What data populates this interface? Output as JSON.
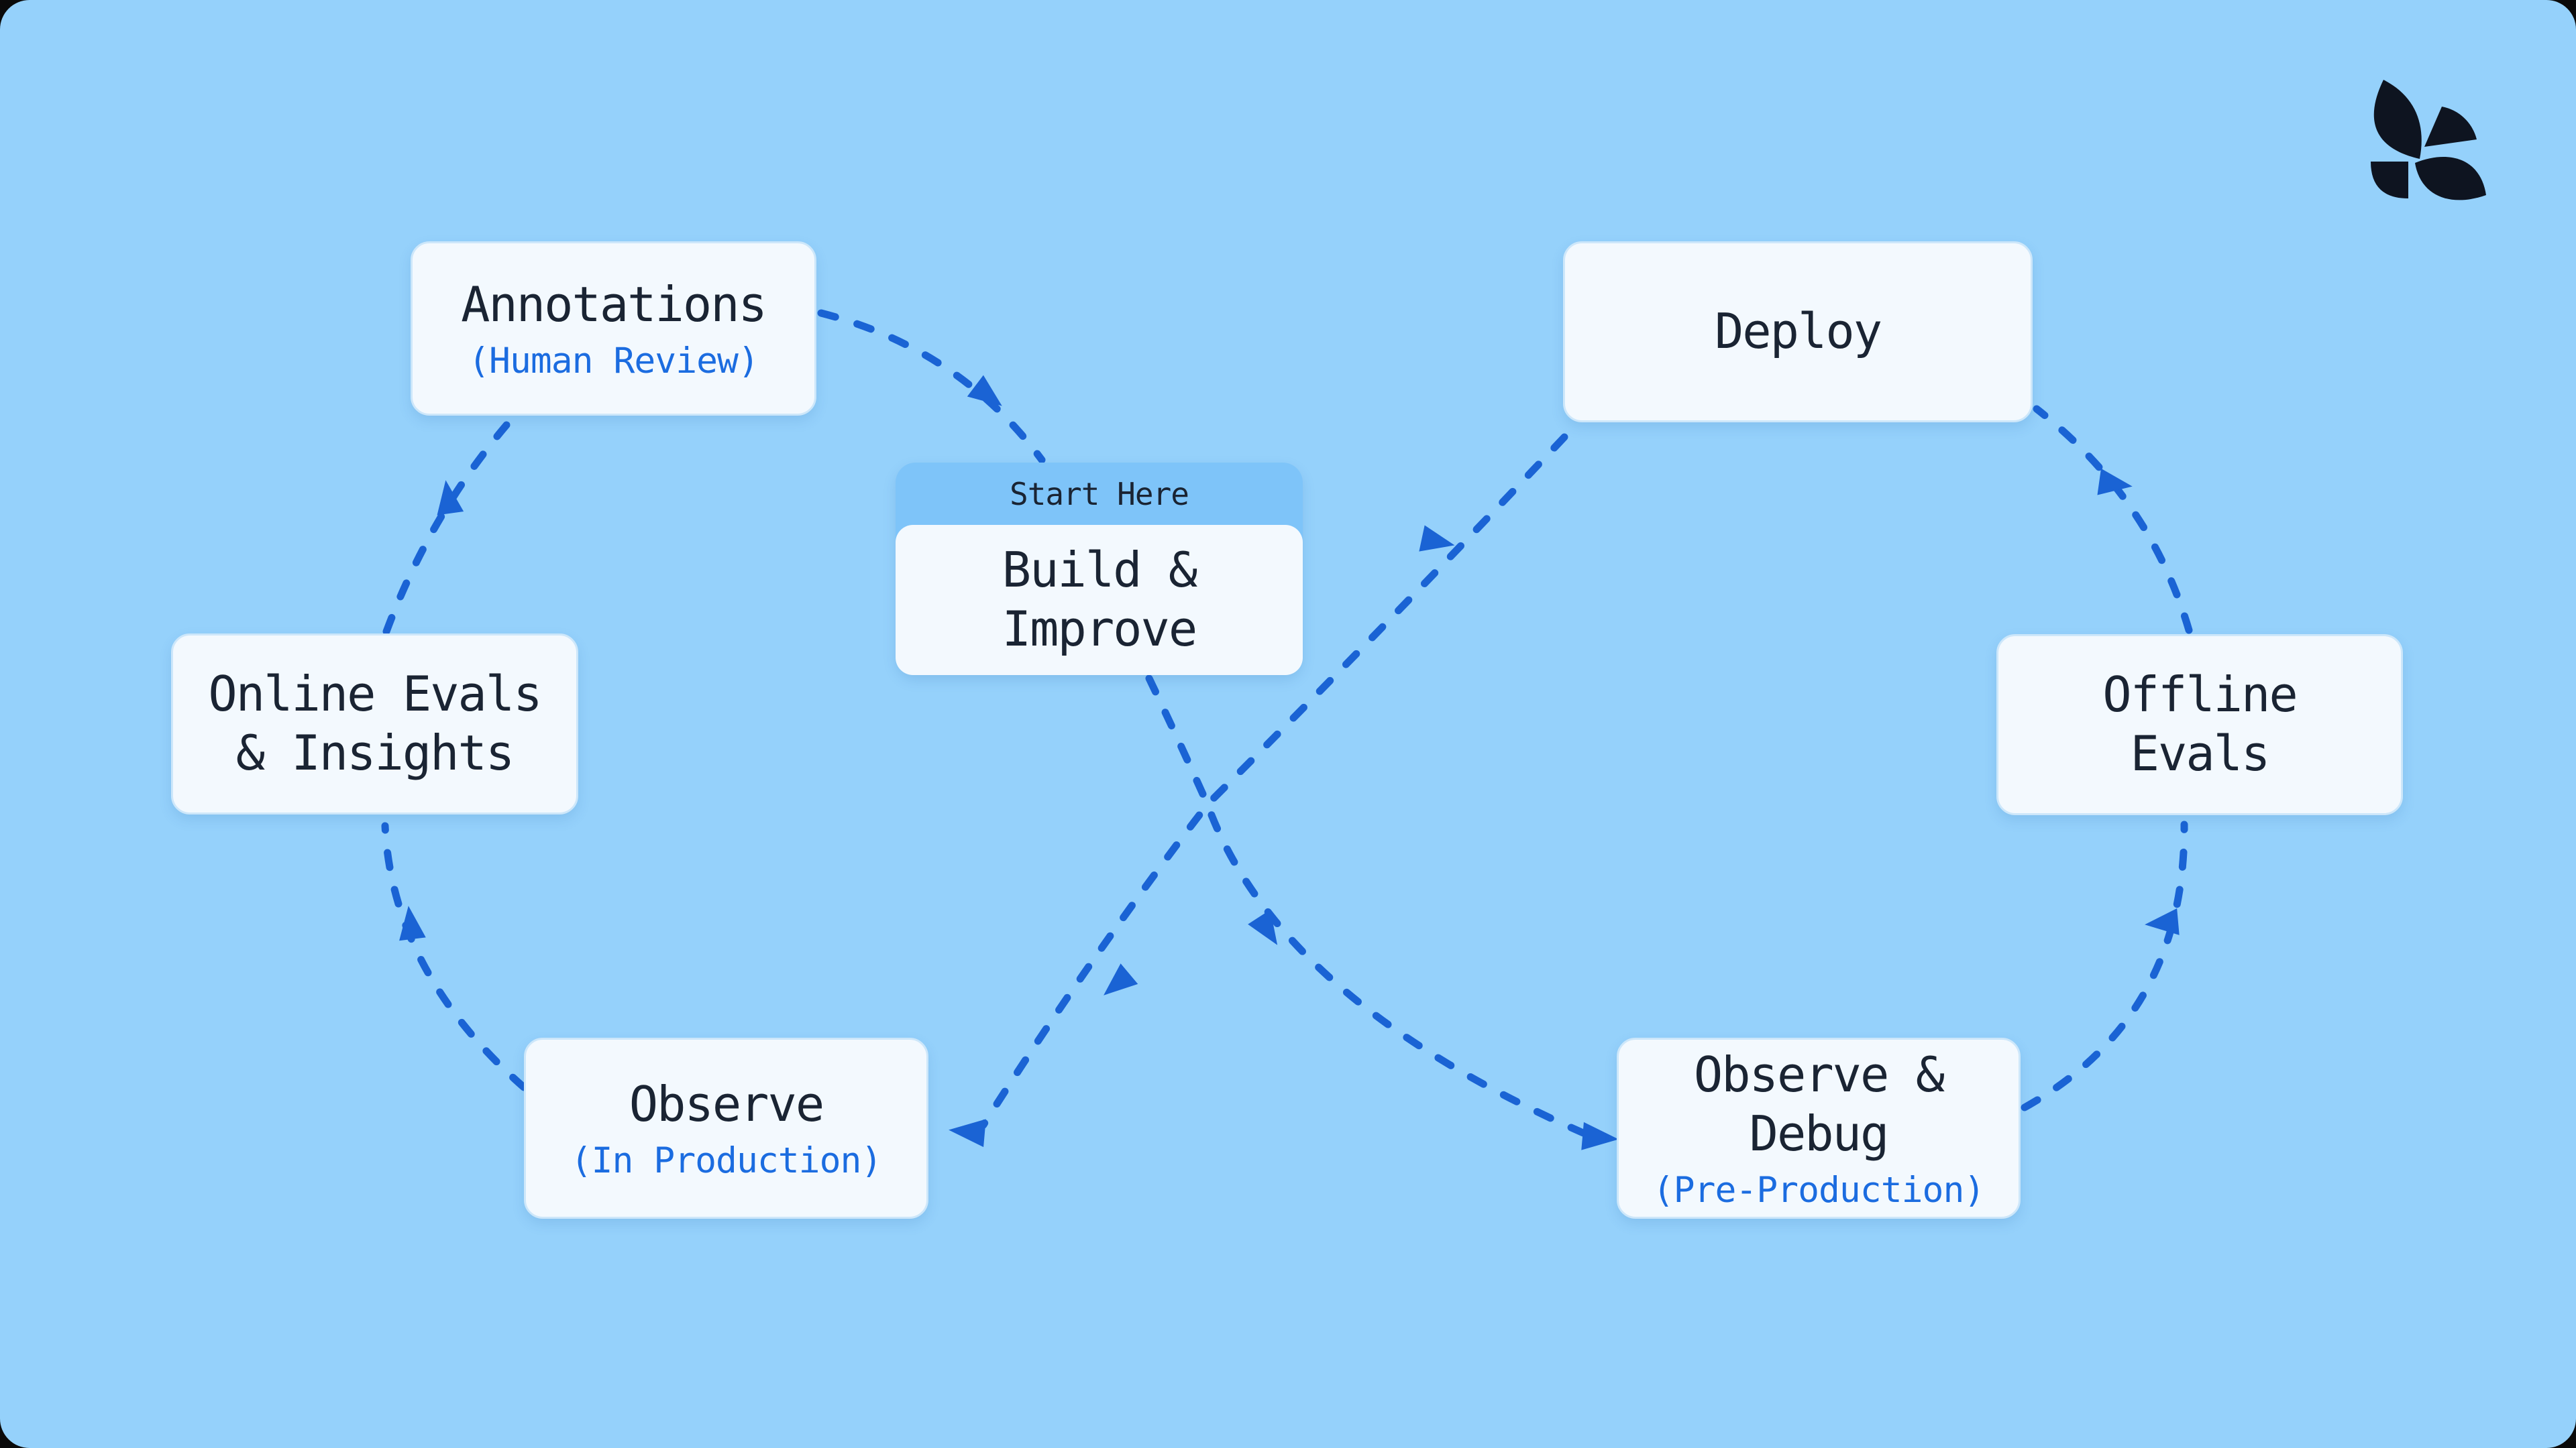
{
  "diagram": {
    "description": "Figure-eight LLM application lifecycle flow diagram",
    "badge_label": "Start Here"
  },
  "nodes": {
    "annotations": {
      "title": "Annotations",
      "subtitle": "(Human Review)"
    },
    "online_evals": {
      "title": "Online Evals\n& Insights"
    },
    "observe_production": {
      "title": "Observe",
      "subtitle": "(In Production)"
    },
    "build_improve": {
      "badge": "Start Here",
      "title": "Build &\nImprove"
    },
    "deploy": {
      "title": "Deploy"
    },
    "offline_evals": {
      "title": "Offline\nEvals"
    },
    "observe_debug": {
      "title": "Observe &\nDebug",
      "subtitle": "(Pre-Production)"
    }
  },
  "edges": [
    {
      "from": "Build & Improve",
      "to": "Observe & Debug (Pre-Production)",
      "style": "dashed"
    },
    {
      "from": "Observe & Debug (Pre-Production)",
      "to": "Offline Evals",
      "style": "dashed"
    },
    {
      "from": "Offline Evals",
      "to": "Deploy",
      "style": "dashed"
    },
    {
      "from": "Deploy",
      "to": "Observe (In Production)",
      "style": "dashed"
    },
    {
      "from": "Observe (In Production)",
      "to": "Online Evals & Insights",
      "style": "dashed"
    },
    {
      "from": "Online Evals & Insights",
      "to": "Annotations (Human Review)",
      "style": "dashed"
    },
    {
      "from": "Annotations (Human Review)",
      "to": "Build & Improve",
      "style": "dashed"
    }
  ],
  "colors": {
    "background": "#95d1fb",
    "card_fill": "#f3f9fe",
    "card_border": "#cde7fa",
    "title_text": "#1a2433",
    "subtitle_text": "#1b6ce0",
    "arrow": "#1a63d4",
    "badge_bg": "#7ec4f9",
    "logo": "#0e1420",
    "page_corner": "#0a0a0a"
  },
  "logo": {
    "name": "petal-logo"
  }
}
